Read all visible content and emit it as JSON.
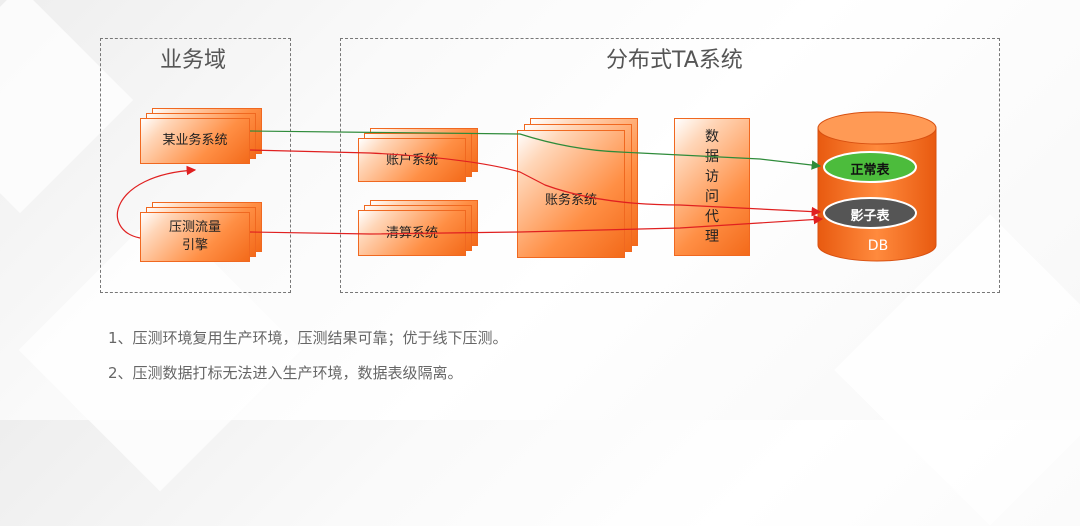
{
  "regions": {
    "business": {
      "title": "业务域"
    },
    "distributed": {
      "title": "分布式TA系统"
    }
  },
  "nodes": {
    "business_system": "某业务系统",
    "stress_engine_line1": "压测流量",
    "stress_engine_line2": "引擎",
    "account_system": "账户系统",
    "clearing_system": "清算系统",
    "ledger_system": "账务系统",
    "data_proxy": [
      "数",
      "据",
      "访",
      "问",
      "代",
      "理"
    ],
    "normal_table": "正常表",
    "shadow_table": "影子表",
    "db": "DB"
  },
  "notes": [
    "1、压测环境复用生产环境，压测结果可靠；优于线下压测。",
    "2、压测数据打标无法进入生产环境，数据表级隔离。"
  ],
  "colors": {
    "orange": "#f36a1a",
    "normal_flow": "#2e8b3a",
    "stress_flow": "#e02020",
    "normal_pill": "#4cbc3c",
    "shadow_pill": "#555555"
  }
}
